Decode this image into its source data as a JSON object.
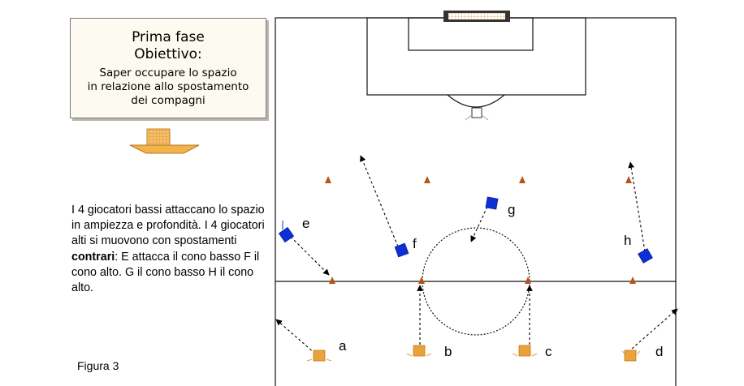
{
  "title_box": {
    "line1": "Prima fase",
    "line2": "Obiettivo:",
    "line3": "Saper occupare lo spazio",
    "line4": "in relazione allo spostamento",
    "line5": "dei compagni"
  },
  "description": {
    "part1": "I 4 giocatori bassi attaccano lo spazio in ampiezza e profondità. I 4 giocatori alti si muovono con spostamenti ",
    "bold": "contrari",
    "part2": ": E attacca il cono basso F il cono alto. G il cono basso H il cono alto."
  },
  "figure_caption": "Figura 3",
  "player_labels": {
    "a": "a",
    "b": "b",
    "c": "c",
    "d": "d",
    "e": "e",
    "f": "f",
    "g": "g",
    "h": "h"
  },
  "colors": {
    "field_line": "#111111",
    "cone": "#b5541c",
    "low_player": "#e8a33b",
    "high_player": "#0f2fd6",
    "arrow": "#000000",
    "title_bg": "#fdfbf1",
    "title_arrow": "#f2b34a"
  },
  "icons": {
    "title_arrow": "down-arrow-icon",
    "cone": "cone-icon",
    "goal": "goal-net-icon"
  }
}
